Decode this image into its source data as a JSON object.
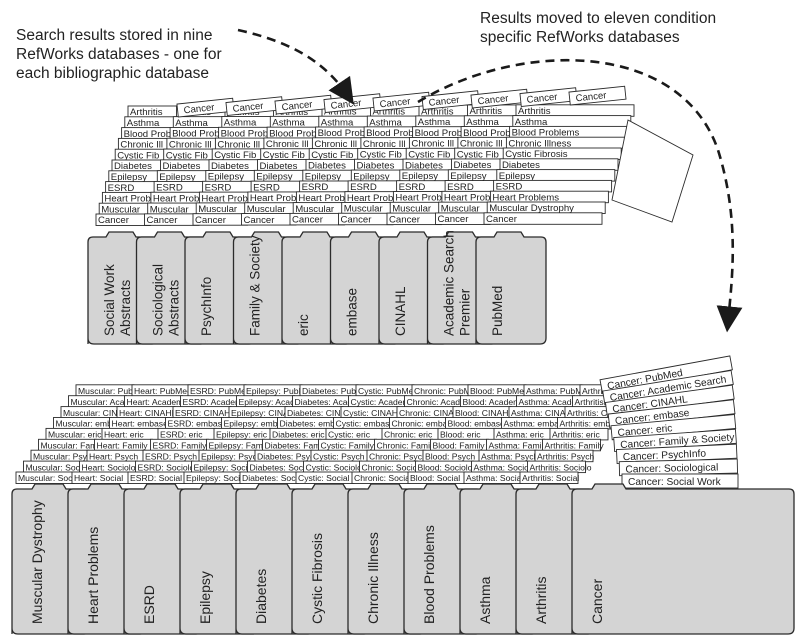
{
  "annotations": {
    "left": [
      "Search results stored in nine",
      "RefWorks databases - one for",
      "each bibliographic database"
    ],
    "right": [
      "Results moved to eleven condition",
      "specific RefWorks databases"
    ]
  },
  "top_group": {
    "cards": [
      {
        "x": "Cancer",
        "tr": "Cancer"
      },
      {
        "x": "Muscular",
        "tr": "Muscular Dystrophy"
      },
      {
        "x": "Heart Prob",
        "tr": "Heart Problems"
      },
      {
        "x": "ESRD",
        "tr": "ESRD"
      },
      {
        "x": "Epilepsy",
        "tr": "Epilepsy"
      },
      {
        "x": "Diabetes",
        "tr": "Diabetes"
      },
      {
        "x": "Cystic Fib",
        "tr": "Cystic Fibrosis"
      },
      {
        "x": "Chronic Ill",
        "tr": "Chronic Illness"
      },
      {
        "x": "Blood Prob",
        "tr": "Blood Problems"
      },
      {
        "x": "Asthma",
        "tr": "Asthma"
      },
      {
        "x": "Arthritis",
        "tr": "Arthritis"
      }
    ],
    "folders": [
      [
        "Social Work",
        "Abstracts"
      ],
      [
        "Sociological",
        "Abstracts"
      ],
      [
        "PsychInfo"
      ],
      [
        "Family & Society"
      ],
      [
        "eric"
      ],
      [
        "embase"
      ],
      [
        "CINAHL"
      ],
      [
        "Academic Search",
        "Premier"
      ],
      [
        "PubMed"
      ]
    ]
  },
  "bottom_group": {
    "folders": [
      "Muscular Dystrophy",
      "Heart Problems",
      "ESRD",
      "Epilepsy",
      "Diabetes",
      "Cystic Fibrosis",
      "Chronic Illness",
      "Blood Problems",
      "Asthma",
      "Arthritis",
      "Cancer"
    ],
    "row_sources": [
      "Social",
      "Sociolo",
      "Psych",
      "Family",
      "eric",
      "embase",
      "CINAHL",
      "Academic",
      "PubMed"
    ],
    "row_sources_long": [
      "Social Work",
      "Sociological",
      "PsychInfo",
      "Family & Society",
      "eric",
      "embase",
      "CINAHL",
      "Academic Search",
      "PubMed"
    ],
    "right_cards": [
      "Cancer: Social Work",
      "Cancer: Sociological",
      "Cancer: PsychInfo",
      "Cancer: Family & Society",
      "Cancer: eric",
      "Cancer: embase",
      "Cancer: CINAHL",
      "Cancer: Academic Search",
      "Cancer: PubMed"
    ]
  }
}
